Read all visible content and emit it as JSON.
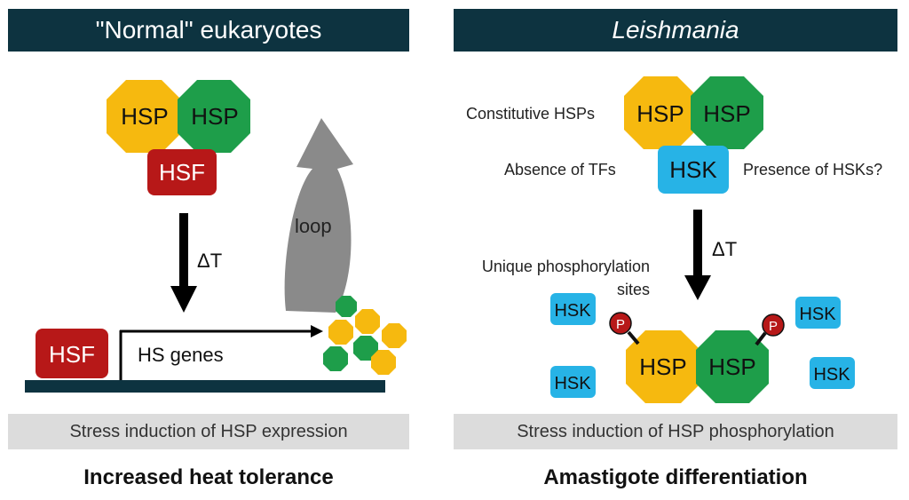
{
  "left_panel": {
    "header": "\"Normal\"  eukaryotes",
    "hsp_a": "HSP",
    "hsp_b": "HSP",
    "hsf_complex": "HSF",
    "delta_t": "ΔT",
    "loop": "loop",
    "hsf_bound": "HSF",
    "genes": "HS genes",
    "band": "Stress induction of HSP expression",
    "outcome": "Increased heat tolerance"
  },
  "right_panel": {
    "header": "Leishmania",
    "constitutive": "Constitutive HSPs",
    "hsp_a": "HSP",
    "hsp_b": "HSP",
    "absence": "Absence of TFs",
    "hsk_complex": "HSK",
    "presence": "Presence of HSKs?",
    "delta_t": "ΔT",
    "unique_line1": "Unique phosphorylation",
    "unique_line2": "sites",
    "hsk_free": [
      "HSK",
      "HSK",
      "HSK",
      "HSK"
    ],
    "phospho_left": "P",
    "phospho_right": "P",
    "hsp_p_a": "HSP",
    "hsp_p_b": "HSP",
    "band": "Stress induction of HSP phosphorylation",
    "outcome": "Amastigote differentiation"
  },
  "colors": {
    "header_bg": "#0d3340",
    "hsp_yellow": "#f6b90f",
    "hsp_green": "#1e9e4a",
    "hsf_red": "#b71818",
    "hsk_blue": "#27b3e6",
    "band_bg": "#dcdcdc",
    "dna": "#0d3340",
    "loop_arrow": "#8a8a8a"
  }
}
